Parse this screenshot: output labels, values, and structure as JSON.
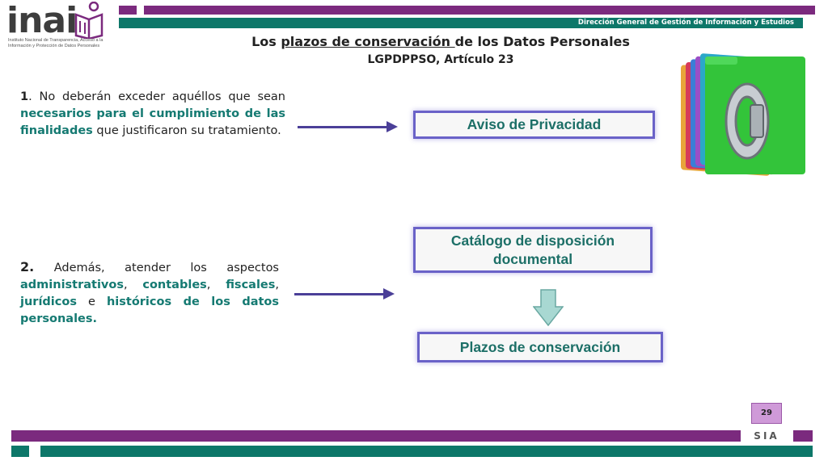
{
  "header": {
    "org_name": "Dirección General de Gestión de Información y Estudios"
  },
  "logo": {
    "wordmark": "inai",
    "subtitle": "Instituto Nacional de Transparencia, Acceso a la Información y Protección de Datos Personales"
  },
  "title": {
    "line1_underlined": "plazos de conservación ",
    "line1_prefix": "Los ",
    "line1_suffix": "de los Datos Personales",
    "line2": "LGPDPPSO, Artículo 23"
  },
  "point1": {
    "number": "1",
    "t1": ". No deberán exceder aquéllos que sean ",
    "hl": "necesarios para el cumplimiento de las finalidades",
    "t2": " que justificaron su tratamiento."
  },
  "point2": {
    "number": "2.",
    "t1": " Además, atender los aspectos ",
    "hl1": "administrativos",
    "s1": ", ",
    "hl2": "contables",
    "s2": ", ",
    "hl3": "fiscales",
    "s3": ", ",
    "hl4": "jurídicos",
    "s4": " e ",
    "hl5": "históricos de los datos personales."
  },
  "boxes": {
    "aviso": "Aviso de Privacidad",
    "catalogo": "Catálogo de disposición documental",
    "plazos": "Plazos de conservación"
  },
  "footer": {
    "page_number": "29",
    "sia": "SIA"
  },
  "colors": {
    "purple": "#7b2a7e",
    "teal": "#0d7769",
    "box_border": "#6a62c8",
    "highlight_text": "#157a72"
  }
}
